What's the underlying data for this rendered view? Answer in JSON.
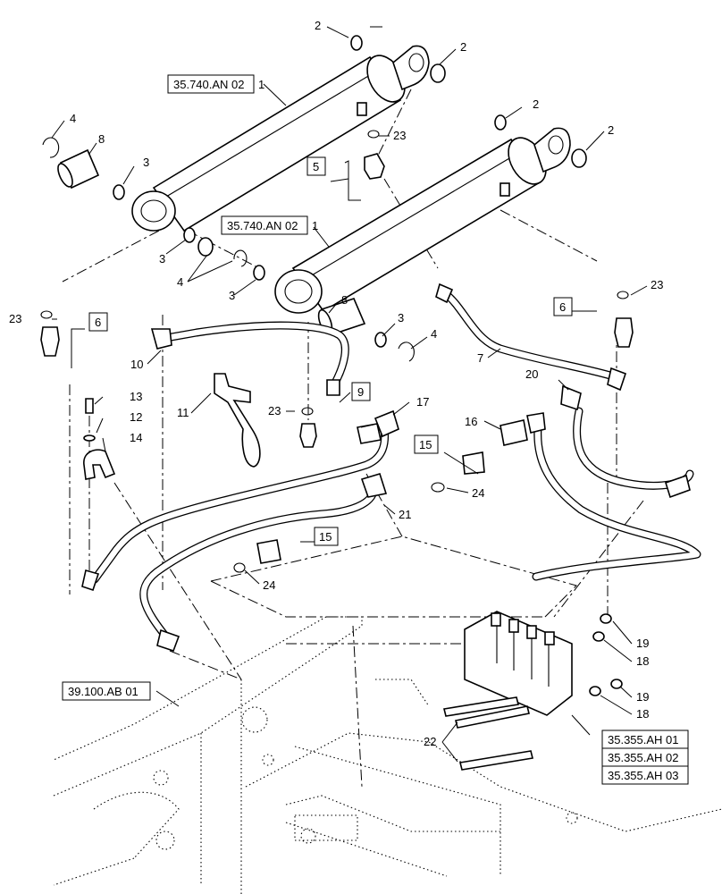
{
  "diagram": {
    "refs": {
      "cyl_upper": "35.740.AN 02",
      "cyl_lower": "35.740.AN 02",
      "frame": "39.100.AB 01",
      "valve_a": "35.355.AH 01",
      "valve_b": "35.355.AH 02",
      "valve_c": "35.355.AH 03"
    },
    "boxed_callouts": {
      "b5": "5",
      "b6_left": "6",
      "b6_right": "6",
      "b9": "9",
      "b15_upper": "15",
      "b15_lower": "15"
    },
    "callouts": {
      "c1_upper": "1",
      "c1_lower": "1",
      "c2_a": "2",
      "c2_b": "2",
      "c2_c": "2",
      "c2_d": "2",
      "c3_a": "3",
      "c3_b": "3",
      "c3_c": "3",
      "c3_d": "3",
      "c4_a": "4",
      "c4_b": "4",
      "c4_c": "4",
      "c7": "7",
      "c8_a": "8",
      "c8_b": "8",
      "c10": "10",
      "c11": "11",
      "c12": "12",
      "c13": "13",
      "c14": "14",
      "c16": "16",
      "c17": "17",
      "c18_a": "18",
      "c18_b": "18",
      "c19_a": "19",
      "c19_b": "19",
      "c20": "20",
      "c21": "21",
      "c22": "22",
      "c23_a": "23",
      "c23_b": "23",
      "c23_c": "23",
      "c23_d": "23",
      "c24_a": "24",
      "c24_b": "24"
    }
  }
}
